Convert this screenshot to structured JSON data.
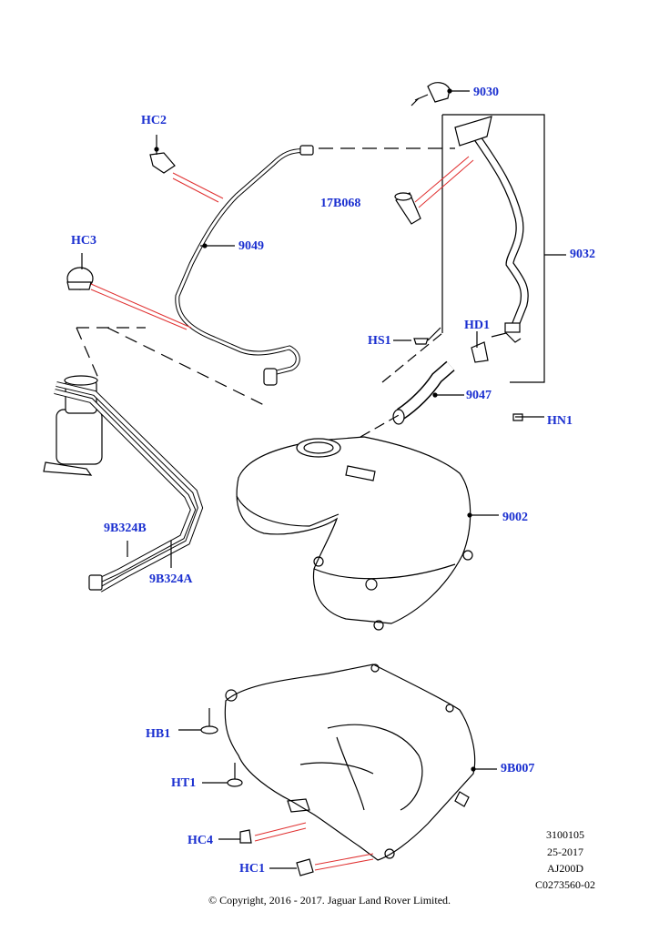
{
  "labels": {
    "p9030": "9030",
    "hc2": "HC2",
    "p17b068": "17B068",
    "p9049": "9049",
    "p9032": "9032",
    "hc3": "HC3",
    "hs1": "HS1",
    "hd1": "HD1",
    "p9047": "9047",
    "hn1": "HN1",
    "p9002": "9002",
    "p9b324b": "9B324B",
    "p9b324a": "9B324A",
    "hb1": "HB1",
    "p9b007": "9B007",
    "ht1": "HT1",
    "hc4": "HC4",
    "hc1": "HC1"
  },
  "meta": {
    "line1": "3100105",
    "line2": "25-2017",
    "line3": "AJ200D",
    "line4": "C0273560-02"
  },
  "copyright": "© Copyright, 2016 - 2017. Jaguar Land Rover Limited.",
  "colors": {
    "label": "#1a2fd0",
    "leader_red": "#e03030",
    "line": "#000000"
  }
}
